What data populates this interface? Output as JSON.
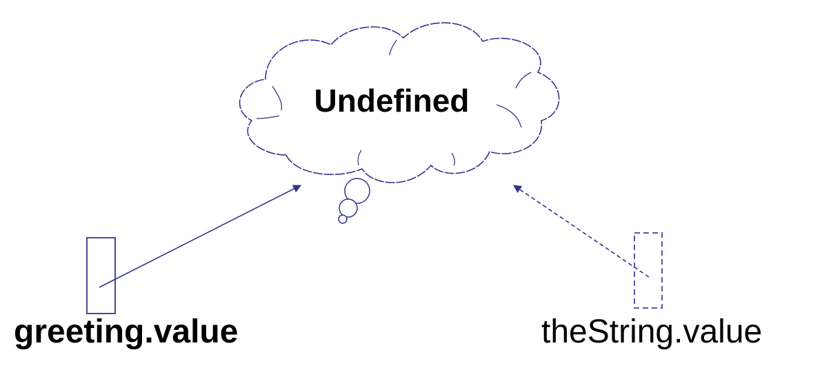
{
  "cloud": {
    "label": "Undefined"
  },
  "variables": {
    "greeting": {
      "label": "greeting.value",
      "line_style": "solid"
    },
    "the_string": {
      "label": "theString.value",
      "line_style": "dashed"
    }
  },
  "colors": {
    "stroke": "#33338c",
    "dashed_stroke": "#5555aa",
    "text": "#000000",
    "background": "#ffffff"
  }
}
